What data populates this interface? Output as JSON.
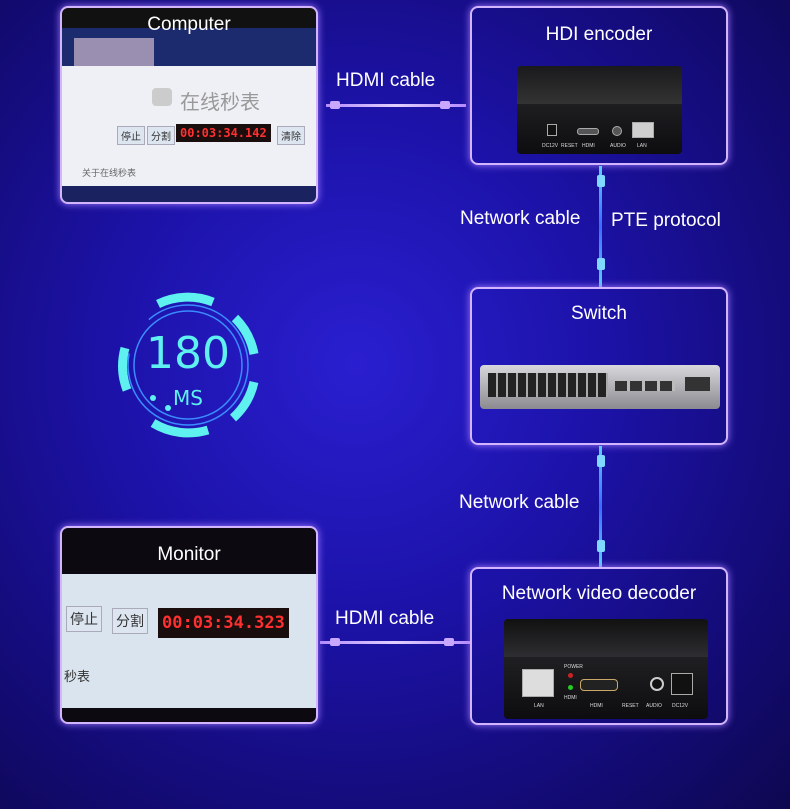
{
  "computer": {
    "title": "Computer",
    "app_title": "在线秒表",
    "stop": "停止",
    "split": "分割",
    "timer": "00:03:34.142",
    "clear": "清除",
    "about": "关于在线秒表"
  },
  "monitor": {
    "title": "Monitor",
    "stop": "停止",
    "split": "分割",
    "timer": "00:03:34.323",
    "about": "秒表"
  },
  "encoder": {
    "title": "HDI encoder",
    "ports": [
      "DC12V",
      "RESET",
      "HDMI",
      "AUDIO",
      "LAN"
    ]
  },
  "switch": {
    "title": "Switch"
  },
  "decoder": {
    "title": "Network video decoder",
    "ports": [
      "LAN",
      "POWER",
      "HDMI",
      "HDMI",
      "RESET",
      "AUDIO",
      "DC12V"
    ]
  },
  "connections": {
    "hdmi_top": "HDMI cable",
    "network_top": "Network cable",
    "protocol": "PTE protocol",
    "network_bottom": "Network cable",
    "hdmi_bottom": "HDMI cable"
  },
  "latency": {
    "value": "180",
    "unit": "MS"
  },
  "colors": {
    "accent": "#5ff0f0",
    "border": "#d2b4ff"
  }
}
